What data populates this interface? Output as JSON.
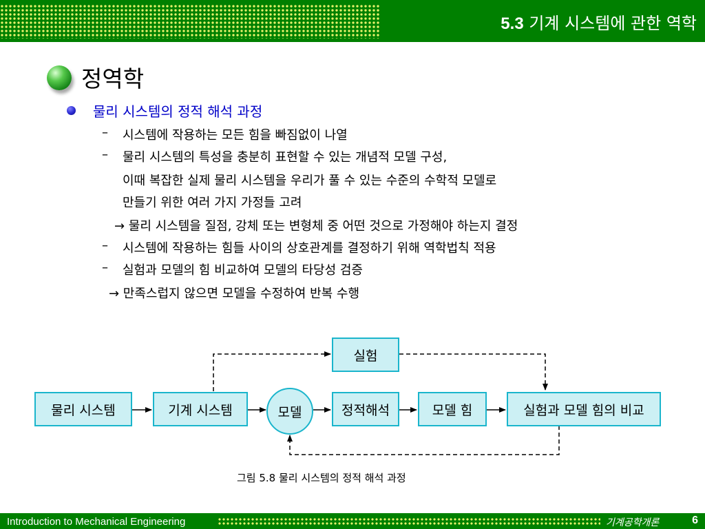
{
  "header": {
    "section_number": "5.3",
    "title": "기계 시스템에 관한 역학"
  },
  "section": {
    "title": "정역학"
  },
  "bullet": {
    "text": "물리 시스템의 정적 해석 과정"
  },
  "lines": [
    {
      "dash": "–",
      "text": "시스템에 작용하는 모든 힘을 빠짐없이 나열"
    },
    {
      "dash": "–",
      "text": "물리 시스템의 특성을 충분히 표현할 수 있는 개념적 모델 구성,"
    },
    {
      "dash": "",
      "text": "이때 복잡한 실제 물리 시스템을 우리가 풀 수 있는 수준의 수학적 모델로"
    },
    {
      "dash": "",
      "text": "만들기 위한 여러 가지 가정들 고려"
    },
    {
      "dash": "",
      "text": "→ 물리 시스템을 질점, 강체 또는 변형체 중 어떤 것으로 가정해야 하는지 결정"
    },
    {
      "dash": "–",
      "text": "시스템에 작용하는 힘들 사이의 상호관계를 결정하기 위해 역학법칙 적용"
    },
    {
      "dash": "–",
      "text": "실험과 모델의 힘 비교하여 모델의 타당성 검증"
    },
    {
      "dash": "",
      "text": "→ 만족스럽지 않으면 모델을 수정하여 반복 수행"
    }
  ],
  "diagram": {
    "nodes": {
      "physical_system": "물리 시스템",
      "mechanical_system": "기계 시스템",
      "model": "모델",
      "static_analysis": "정적해석",
      "experiment": "실험",
      "model_force": "모델 힘",
      "comparison": "실험과 모델 힘의 비교"
    },
    "caption": "그림 5.8 물리 시스템의 정적 해석 과정",
    "colors": {
      "box_fill": "#ccf0f4",
      "box_border": "#1ab5cc"
    }
  },
  "footer": {
    "left": "Introduction to Mechanical Engineering",
    "right": "기계공학개론",
    "page": "6"
  },
  "colors": {
    "brand_green": "#008000",
    "dot_yellow": "#e6f06a",
    "bullet_blue": "#0000c8"
  }
}
